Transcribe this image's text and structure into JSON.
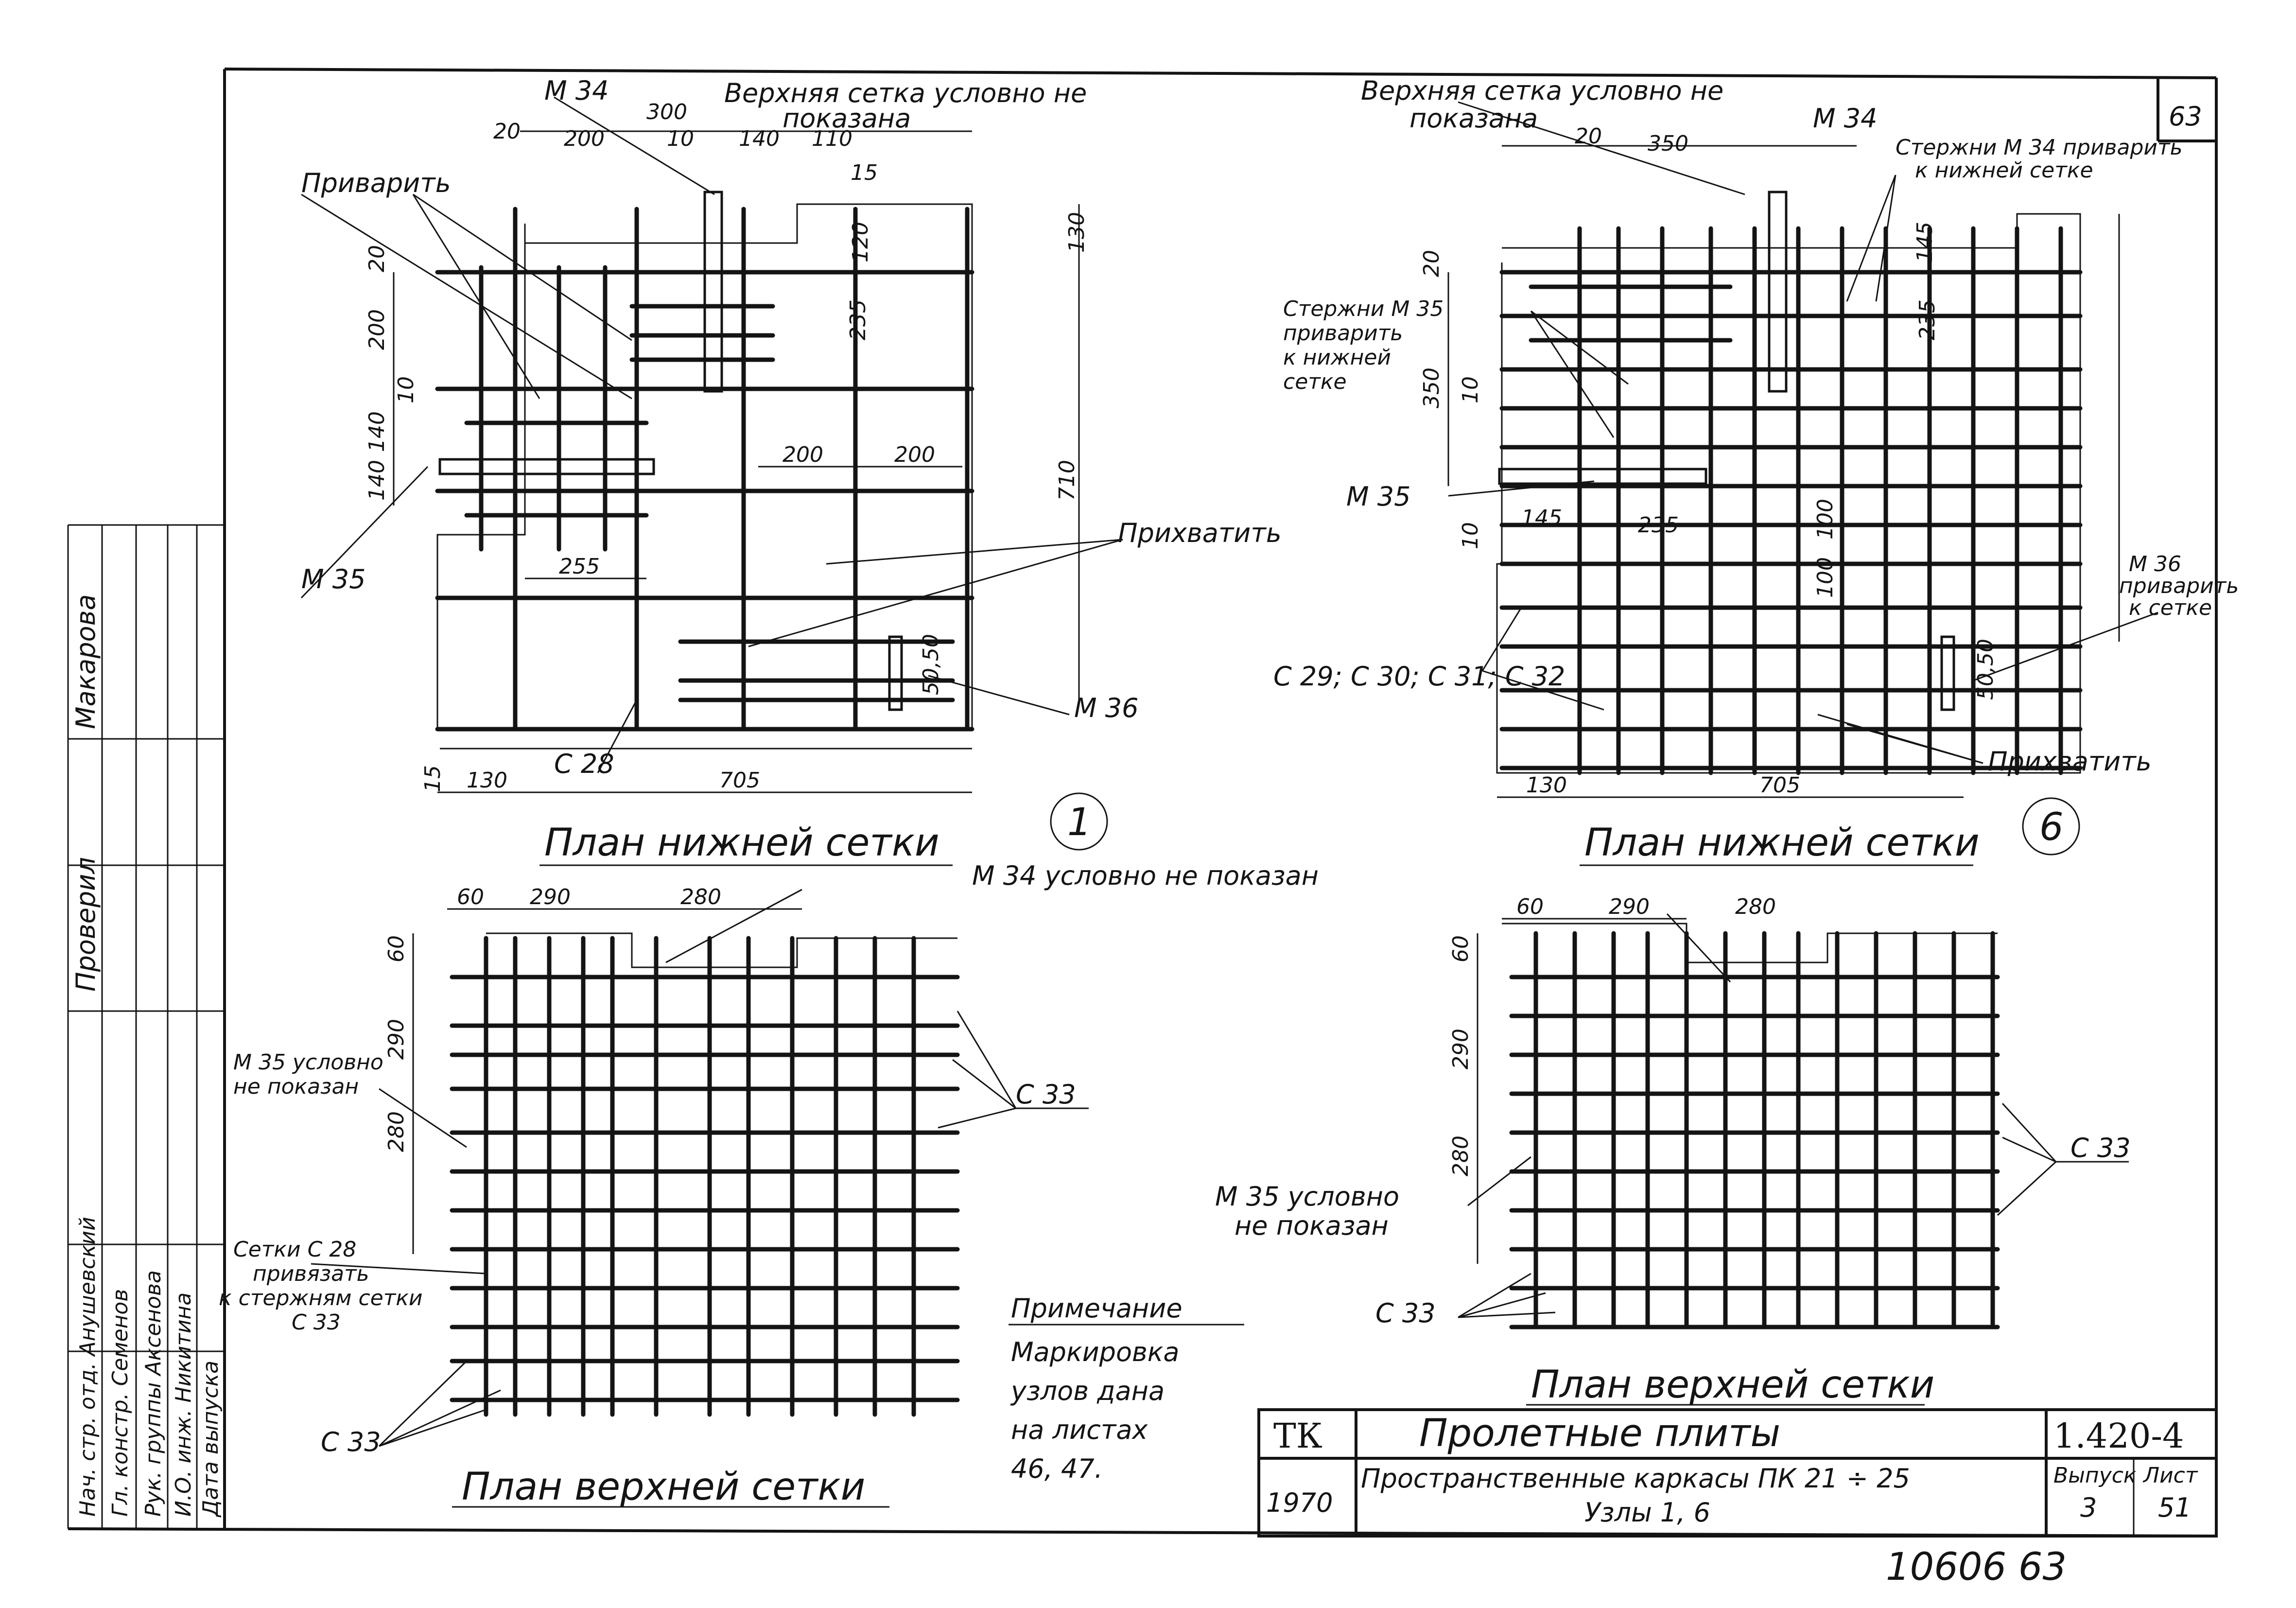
{
  "sheet_number_top": "63",
  "bottom_code": "10606   63",
  "node1": {
    "circle": "1",
    "title": "План нижней сетки",
    "top_note": [
      "Верхняя сетка условно не",
      "показана"
    ],
    "labels": {
      "m34": "М 34",
      "privarit": "Приварить",
      "m35": "М 35",
      "prihvatit": "Прихватить",
      "m36": "М 36",
      "c28": "С 28"
    },
    "dims": {
      "d20": "20",
      "d200": "200",
      "d300": "300",
      "d10": "10",
      "d140": "140",
      "d110": "110",
      "d15": "15",
      "d130": "130",
      "d235": "235",
      "d120": "120",
      "d200v": "200",
      "d10v": "10",
      "d140a": "140",
      "d140b": "140",
      "d200a": "200",
      "d200b": "200",
      "d255": "255",
      "d710": "710",
      "d5050": "50,50",
      "d15b": "15",
      "d130b": "130",
      "d705": "705",
      "d20v": "20"
    }
  },
  "node6": {
    "circle": "6",
    "title": "План нижней сетки",
    "top_note": [
      "Верхняя сетка условно не",
      "показана"
    ],
    "labels": {
      "m34": "М 34",
      "m34_note": [
        "Стержни М 34 приварить",
        "к нижней сетке"
      ],
      "m35_note": [
        "Стержни М 35",
        "приварить",
        "к нижней",
        "сетке"
      ],
      "m35": "М 35",
      "m36_note": [
        "М 36",
        "приварить",
        "к сетке"
      ],
      "c29": "С 29; С 30; С 31; С 32",
      "prihvatit": "Прихватить"
    },
    "dims": {
      "d20": "20",
      "d350": "350",
      "d20v": "20",
      "d10v": "10",
      "d350v": "350",
      "d145": "145",
      "d235": "235",
      "d235v": "235",
      "d145v": "145",
      "d100a": "100",
      "d100b": "100",
      "d10b": "10",
      "d5050": "50,50",
      "d130": "130",
      "d705": "705"
    }
  },
  "upper_left": {
    "title": "План верхней сетки",
    "m34_note": "М 34 условно не показан",
    "m35_note": [
      "М 35 условно",
      "не показан"
    ],
    "c33": "С 33",
    "c33b": "С 33",
    "setki_note": [
      "Сетки С 28",
      "привязать",
      "к стержням сетки",
      "С 33"
    ],
    "dims": {
      "d60": "60",
      "d290": "290",
      "d280": "280",
      "d60v": "60",
      "d290v": "290",
      "d280v": "280"
    }
  },
  "upper_right": {
    "title": "План верхней сетки",
    "m35_note": [
      "М 35 условно",
      "не показан"
    ],
    "c33": "С 33",
    "c33b": "С 33",
    "dims": {
      "d60": "60",
      "d290": "290",
      "d280": "280",
      "d60v": "60",
      "d290v": "290",
      "d280v": "280"
    }
  },
  "note": {
    "heading": "Примечание",
    "lines": [
      "Маркировка",
      "узлов дана",
      "на листах",
      "46, 47."
    ]
  },
  "title_block": {
    "tk": "ТК",
    "year": "1970",
    "line1": "Пролетные плиты",
    "line2": "Пространственные каркасы ПК 21 ÷ 25",
    "line3": "Узлы 1, 6",
    "code": "1.420-4",
    "vypusk_label": "Выпуск",
    "vypusk_value": "3",
    "list_label": "Лист",
    "list_value": "51"
  },
  "side_stamp": {
    "rows": [
      "Нач. стр. отд. Анушевский",
      "Гл. констр. Семенов",
      "Рук. группы Аксенова",
      "И.О. инж. Никитина",
      "Дата выпуска"
    ],
    "proveril": "Проверил",
    "makarova": "Макарова"
  }
}
